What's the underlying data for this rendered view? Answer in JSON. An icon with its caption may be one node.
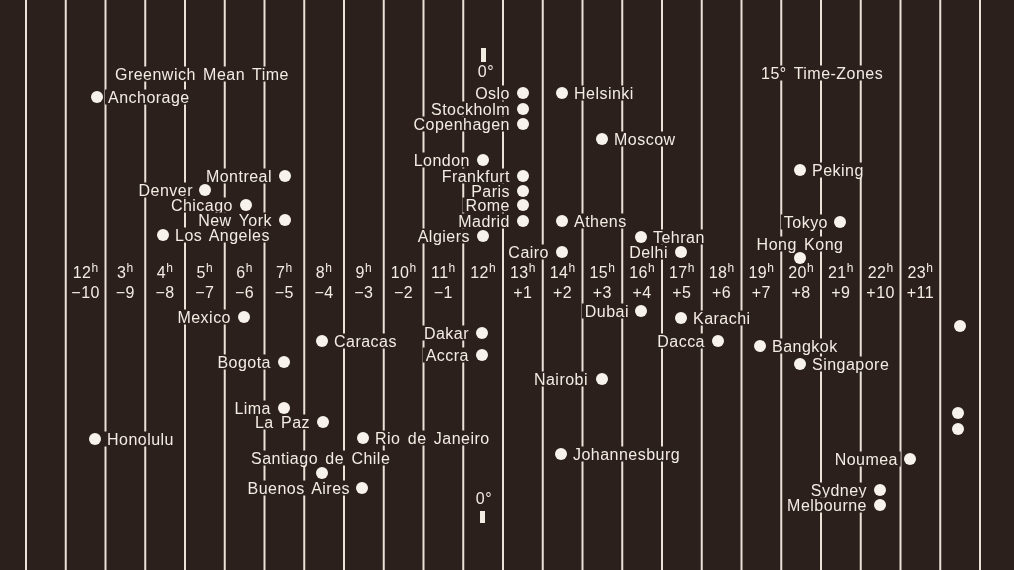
{
  "diagram": {
    "labels": [
      "Greenwich Mean Time",
      "0°",
      "15° Time-Zones",
      "Anchorage",
      "Oslo",
      "Helsinki",
      "Stockholm",
      "Copenhagen",
      "Moscow",
      "London",
      "Montreal",
      "Frankfurt",
      "Peking",
      "Denver",
      "Paris",
      "Chicago",
      "Rome",
      "New York",
      "Madrid",
      "Athens",
      "Tokyo",
      "Los Angeles",
      "Algiers",
      "Tehran",
      "Cairo",
      "Delhi",
      "Hong Kong",
      "12$^{h}$",
      "3$^{h}$",
      "4$^{h}$",
      "5$^{h}$",
      "6$^{h}$",
      "7$^{h}$",
      "8$^{h}$",
      "9$^{h}$",
      "10$^{h}$",
      "11$^{h}$",
      "12$^{h}$",
      "13$^{h}$",
      "14$^{h}$",
      "15$^{h}$",
      "16$^{h}$",
      "17$^{h}$",
      "18$^{h}$",
      "19$^{h}$",
      "20$^{h}$",
      "21$^{h}$",
      "22$^{h}$",
      "23$^{h}$",
      "−10",
      "−9",
      "−8",
      "−7",
      "−6",
      "−5",
      "−4",
      "−3",
      "−2",
      "−1",
      "+1",
      "+2",
      "+3",
      "+4",
      "+5",
      "+6",
      "+7",
      "+8",
      "+9",
      "+10",
      "+11",
      "Mexico",
      "Dubai",
      "Karachi",
      "Caracas",
      "Dakar",
      "Dacca",
      "Bangkok",
      "Bogota",
      "Accra",
      "Singapore",
      "Nairobi",
      "Lima",
      "La Paz",
      "Honolulu",
      "Santiago de Chile",
      "Rio de Janeiro",
      "Johannesburg",
      "Noumea",
      "Buenos Aires",
      "Sydney",
      "0°",
      "Melbourne"
    ]
  }
}
